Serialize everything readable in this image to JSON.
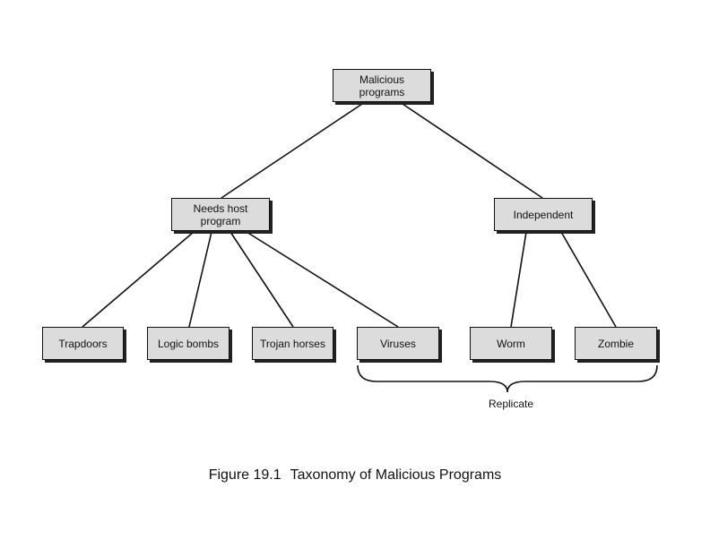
{
  "nodes": {
    "malicious": "Malicious programs",
    "needs_host": "Needs host program",
    "independent": "Independent",
    "trapdoors": "Trapdoors",
    "logic_bombs": "Logic bombs",
    "trojan_horses": "Trojan horses",
    "viruses": "Viruses",
    "worm": "Worm",
    "zombie": "Zombie"
  },
  "brace_label": "Replicate",
  "caption": {
    "number": "Figure 19.1",
    "title": "Taxonomy of Malicious Programs"
  }
}
